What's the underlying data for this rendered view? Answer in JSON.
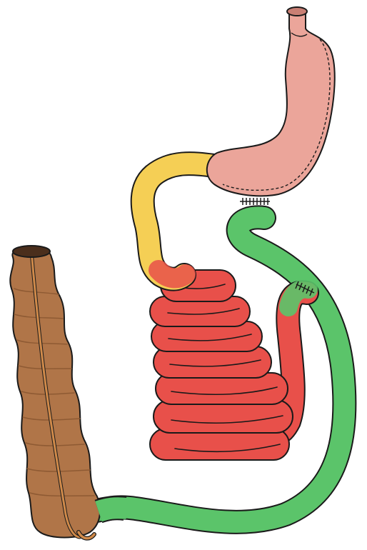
{
  "diagram": {
    "subject": "gastrointestinal-bypass-anatomy",
    "colors": {
      "background": "#ffffff",
      "outline": "#1a1a1a",
      "stomach": "#eba59a",
      "duodenum": "#f5cf55",
      "small_bowel_red": "#e8504a",
      "limb_green": "#5bc46a",
      "colon": "#b07548",
      "colon_shadow": "#8e5a33",
      "colon_band": "#d08a4a",
      "lumen": "#4a2e1c"
    },
    "parts": [
      "esophagus",
      "stomach",
      "duodenum",
      "jejunum-ileum-coils",
      "biliopancreatic-limb",
      "alimentary-limb",
      "ascending-colon",
      "anastomosis-sutures"
    ]
  }
}
